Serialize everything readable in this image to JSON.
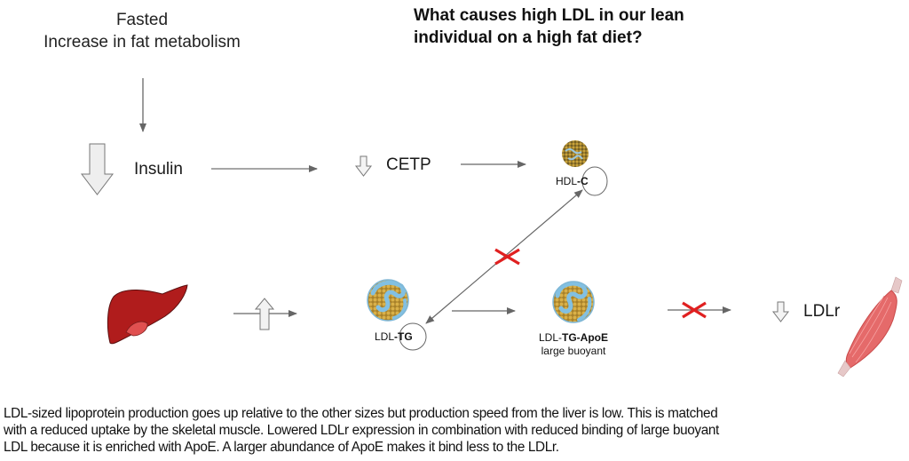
{
  "header": {
    "fasted_line1": "Fasted",
    "fasted_line2": "Increase in fat metabolism",
    "question_line1": "What causes high LDL in our lean",
    "question_line2": "individual on a high fat diet?"
  },
  "nodes": {
    "insulin": {
      "label": "Insulin",
      "direction": "down"
    },
    "cetp": {
      "label": "CETP",
      "direction": "down"
    },
    "hdl": {
      "prefix": "HDL",
      "suffix": "-C"
    },
    "liver": {
      "icon": "liver-icon",
      "production_direction": "up"
    },
    "ldl_tg": {
      "prefix": "LDL",
      "suffix": "-TG"
    },
    "ldl_tg_apoe": {
      "prefix": "LDL-",
      "suffix": "TG-ApoE",
      "sublabel": "large buoyant"
    },
    "ldlr": {
      "label": "LDLr",
      "direction": "down"
    },
    "muscle": {
      "icon": "skeletal-muscle-icon"
    }
  },
  "edges": [
    {
      "from": "fasted",
      "to": "insulin",
      "blocked": false
    },
    {
      "from": "insulin",
      "to": "cetp",
      "blocked": false
    },
    {
      "from": "cetp",
      "to": "hdl",
      "blocked": false
    },
    {
      "from": "ldl_tg",
      "to": "hdl",
      "blocked": true,
      "bidirectional": true
    },
    {
      "from": "liver",
      "to": "ldl_tg",
      "blocked": false
    },
    {
      "from": "ldl_tg",
      "to": "ldl_tg_apoe",
      "blocked": false
    },
    {
      "from": "ldl_tg_apoe",
      "to": "ldlr",
      "blocked": true
    }
  ],
  "colors": {
    "arrow": "#666666",
    "block_x": "#e02020",
    "liver": "#b01c1c",
    "gallbladder": "#e05050",
    "block_arrow_fill": "#eeeeee",
    "particle_gold": "#c9a23a",
    "particle_blue": "#8ec6e6"
  },
  "caption": {
    "line1": "LDL-sized lipoprotein production goes up relative to the other sizes but production speed from the liver is low.  This is matched",
    "line2": "with a reduced uptake by the skeletal muscle.  Lowered LDLr expression in combination with reduced binding of large buoyant",
    "line3": "LDL because it is enriched with ApoE.  A larger abundance of ApoE makes it bind less to the LDLr."
  }
}
